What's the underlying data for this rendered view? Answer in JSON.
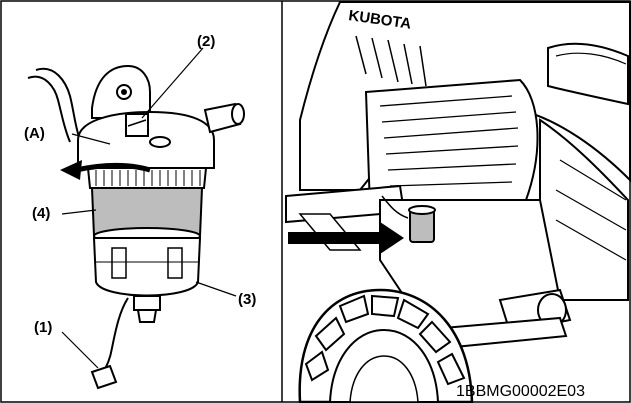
{
  "callouts": {
    "c1": "(1)",
    "c2": "(2)",
    "c3": "(3)",
    "c4": "(4)",
    "cA": "(A)"
  },
  "figure_code": "1BBMG00002E03",
  "brand_text": "KUBOTA",
  "colors": {
    "line": "#000000",
    "bowl_fill": "#bdbdbd",
    "panel_bg": "#ffffff"
  },
  "icons": [
    "rotate-arrow-icon",
    "pointer-arrow-icon"
  ]
}
